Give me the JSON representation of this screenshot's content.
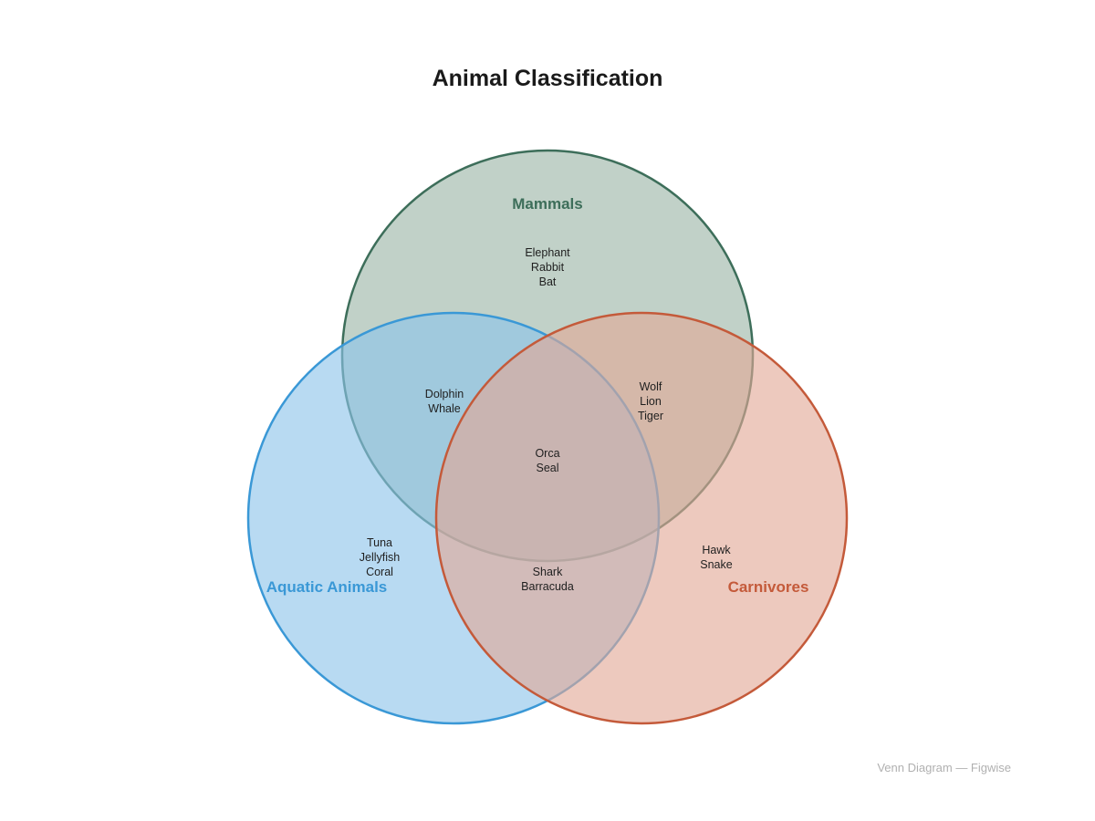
{
  "title": "Animal Classification",
  "footer": "Venn Diagram — Figwise",
  "sets": [
    {
      "key": "mammals",
      "label": "Mammals",
      "color": "#3d6e5a",
      "fill": "#9bb5a6"
    },
    {
      "key": "aquatic",
      "label": "Aquatic Animals",
      "color": "#3a98d6",
      "fill": "#8cc4ea"
    },
    {
      "key": "carnivores",
      "label": "Carnivores",
      "color": "#c45a3a",
      "fill": "#e2a896"
    }
  ],
  "regions": {
    "mammals_only": [
      "Elephant",
      "Rabbit",
      "Bat"
    ],
    "mammals_aquatic": [
      "Dolphin",
      "Whale"
    ],
    "mammals_carnivores": [
      "Wolf",
      "Lion",
      "Tiger"
    ],
    "all_three": [
      "Orca",
      "Seal"
    ],
    "aquatic_only": [
      "Tuna",
      "Jellyfish",
      "Coral"
    ],
    "aquatic_carnivores": [
      "Shark",
      "Barracuda"
    ],
    "carnivores_only": [
      "Hawk",
      "Snake"
    ]
  }
}
